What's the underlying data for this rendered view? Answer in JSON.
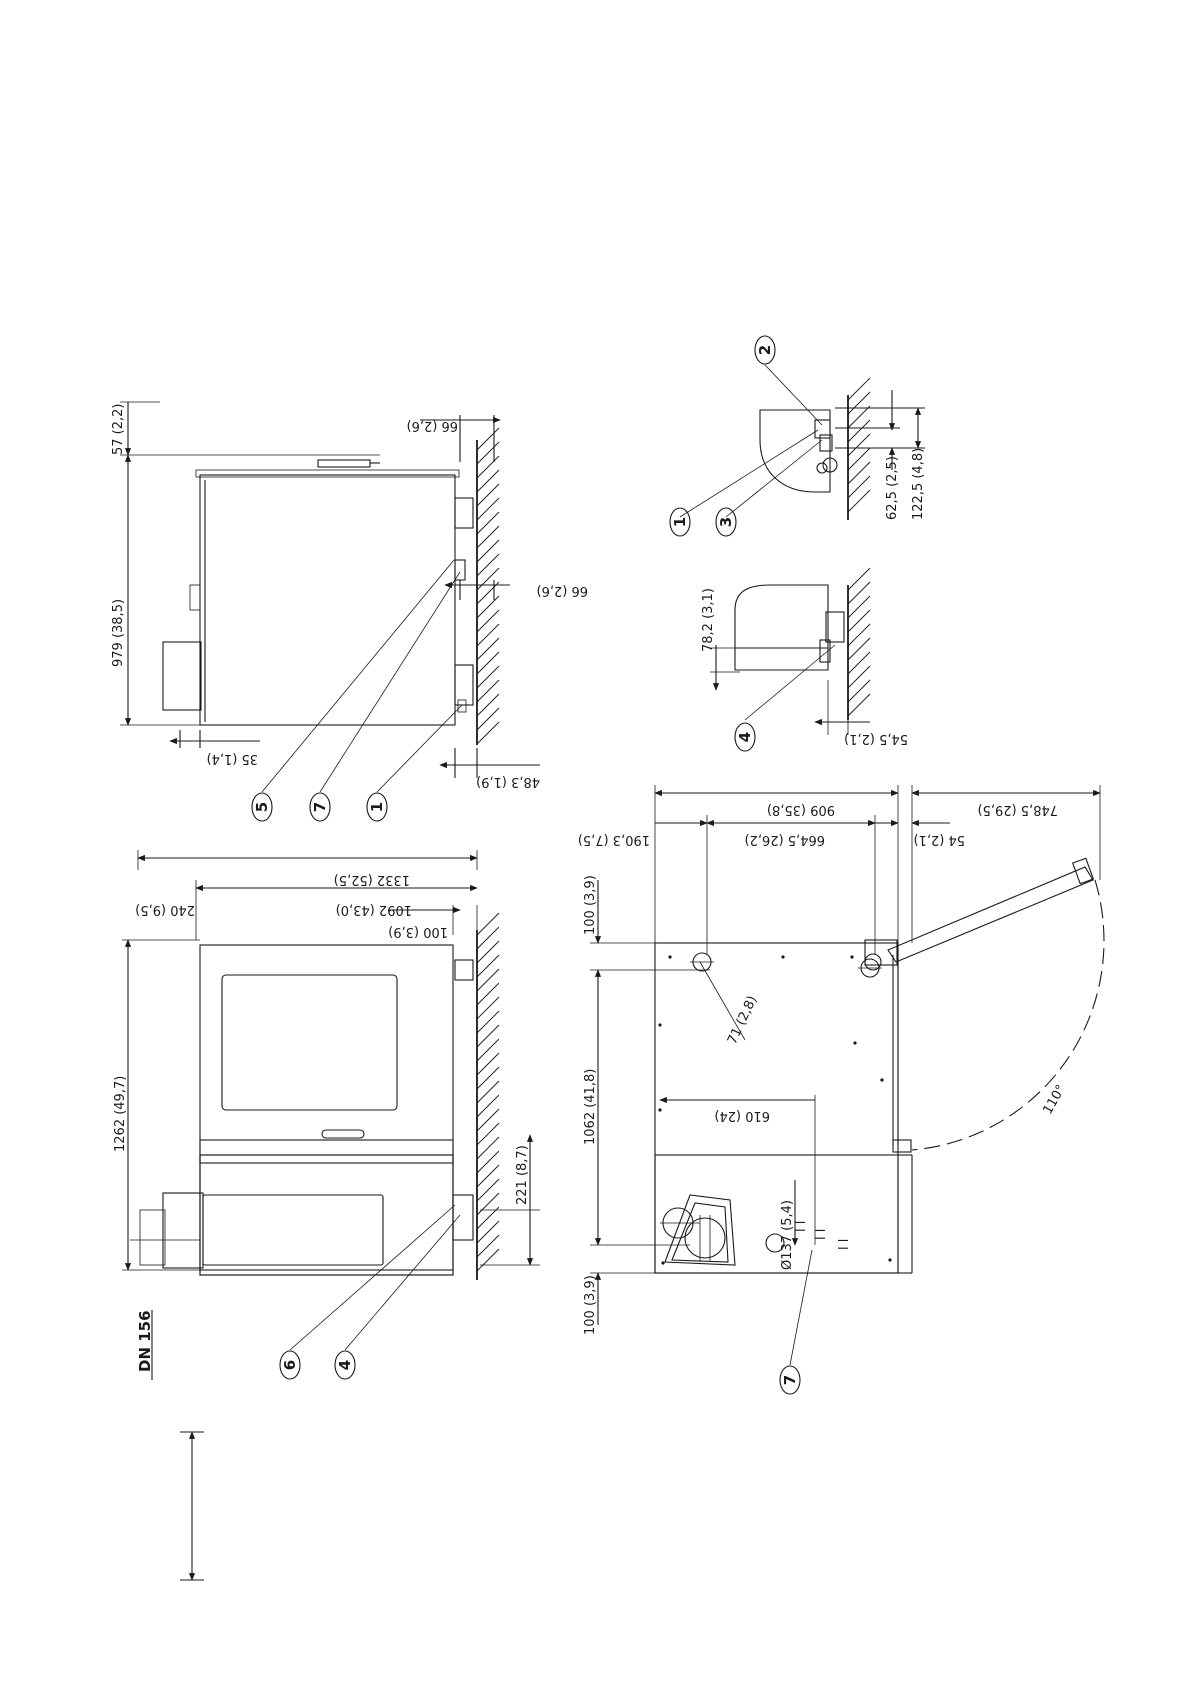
{
  "drawing": {
    "connection_label": "DN 156",
    "callouts": {
      "c1": "1",
      "c2": "2",
      "c3": "3",
      "c4": "4",
      "c5": "5",
      "c6": "6",
      "c7": "7"
    },
    "front_view": {
      "height": "1262  (49,7)",
      "depth": "221 (8,7)",
      "overall_width": "1332   (52,5)",
      "body_width": "1092   (43,0)",
      "left_part": "240 (9,5)",
      "right_offset": "100 (3,9)"
    },
    "side_view": {
      "top": "57 (2,2)",
      "height": "979  (38,5)",
      "wall_offset": "66 (2,6)",
      "mid_offset": "66 (2,6)",
      "bottom_offset": "35  (1,4)",
      "pipe_offset": "48,3 (1,9)"
    },
    "plan_view": {
      "total_depth": "909  (35,8)",
      "door_swing": "748,5  (29,5)",
      "left_gap": "190,3 (7,5)",
      "center": "664,5  (26,2)",
      "right_gap": "54  (2,1)",
      "top_margin": "100 (3,9)",
      "length": "1062  (41,8)",
      "bottom_margin": "100 (3,9)",
      "hole_diameter": "71  (2,8)",
      "hole_distance": "610  (24)",
      "pipe_diameter": "Ø137 (5,4)",
      "angle": "110°"
    },
    "detail_a": {
      "height": "78,2 (3,1)",
      "wall": "54,5  (2,1)"
    },
    "detail_b": {
      "a": "62,5  (2,5)",
      "b": "122,5 (4,8)"
    }
  }
}
